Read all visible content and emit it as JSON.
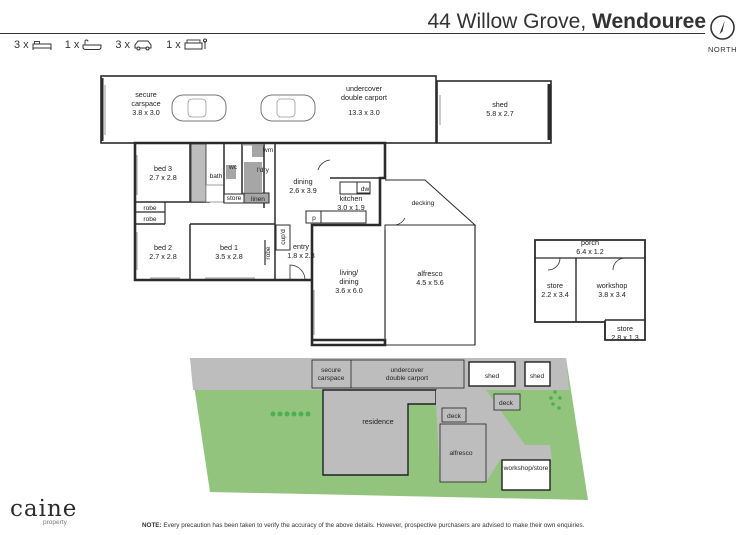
{
  "header": {
    "address": "44 Willow Grove,",
    "suburb": "Wendouree",
    "north_label": "NORTH"
  },
  "stats": [
    {
      "count": "3 x",
      "icon": "bed-icon"
    },
    {
      "count": "1 x",
      "icon": "bath-icon"
    },
    {
      "count": "3 x",
      "icon": "car-icon"
    },
    {
      "count": "1 x",
      "icon": "sofa-icon"
    }
  ],
  "floorplan": {
    "rooms": [
      {
        "name": "secure",
        "name2": "carspace",
        "dims": "3.8 x 3.0"
      },
      {
        "name": "undercover",
        "name2": "double carport",
        "dims": "13.3 x 3.0"
      },
      {
        "name": "shed",
        "dims": "5.8 x 2.7"
      },
      {
        "name": "bed 3",
        "dims": "2.7 x 2.8"
      },
      {
        "name": "bed 2",
        "dims": "2.7 x 2.8"
      },
      {
        "name": "bed 1",
        "dims": "3.5 x 2.8"
      },
      {
        "name": "dining",
        "dims": "2.6 x 3.9"
      },
      {
        "name": "kitchen",
        "dims": "3.0 x 1.9"
      },
      {
        "name": "entry",
        "dims": "1.8 x 2.3"
      },
      {
        "name": "living/",
        "name2": "dining",
        "dims": "3.6 x 6.0"
      },
      {
        "name": "alfresco",
        "dims": "4.5 x 5.6"
      },
      {
        "name": "porch",
        "dims": "6.4 x 1.2"
      },
      {
        "name": "store",
        "dims": "2.2 x 3.4"
      },
      {
        "name": "workshop",
        "dims": "3.8 x 3.4"
      },
      {
        "name": "store",
        "dims": "2.8 x 1.3"
      }
    ],
    "labels": {
      "bath": "bath",
      "wc": "wc",
      "wm": "wm",
      "ldry": "l'dry",
      "store": "store",
      "linen": "linen",
      "robe1": "robe",
      "robe2": "robe",
      "robe3": "robe",
      "cupd": "cup'd",
      "dw": "dw",
      "p": "p",
      "decking": "decking"
    }
  },
  "siteplan": {
    "labels": {
      "secure": "secure",
      "carspace": "carspace",
      "undercover": "undercover",
      "double_carport": "double carport",
      "shed1": "shed",
      "shed2": "shed",
      "deck1": "deck",
      "deck2": "deck",
      "residence": "residence",
      "alfresco": "alfresco",
      "workshop_store": "workshop/store"
    }
  },
  "footer": {
    "logo": "caine",
    "logo_sub": "property",
    "note_label": "NOTE:",
    "note": "Every precaution has been taken to verify the accuracy of the above details. However, prospective purchasers are advised to make their own enquiries."
  },
  "colors": {
    "lawn": "#93c47d",
    "paving": "#bdbdbd",
    "fixture": "#a6a6a6",
    "wall": "#2b2b2b"
  }
}
